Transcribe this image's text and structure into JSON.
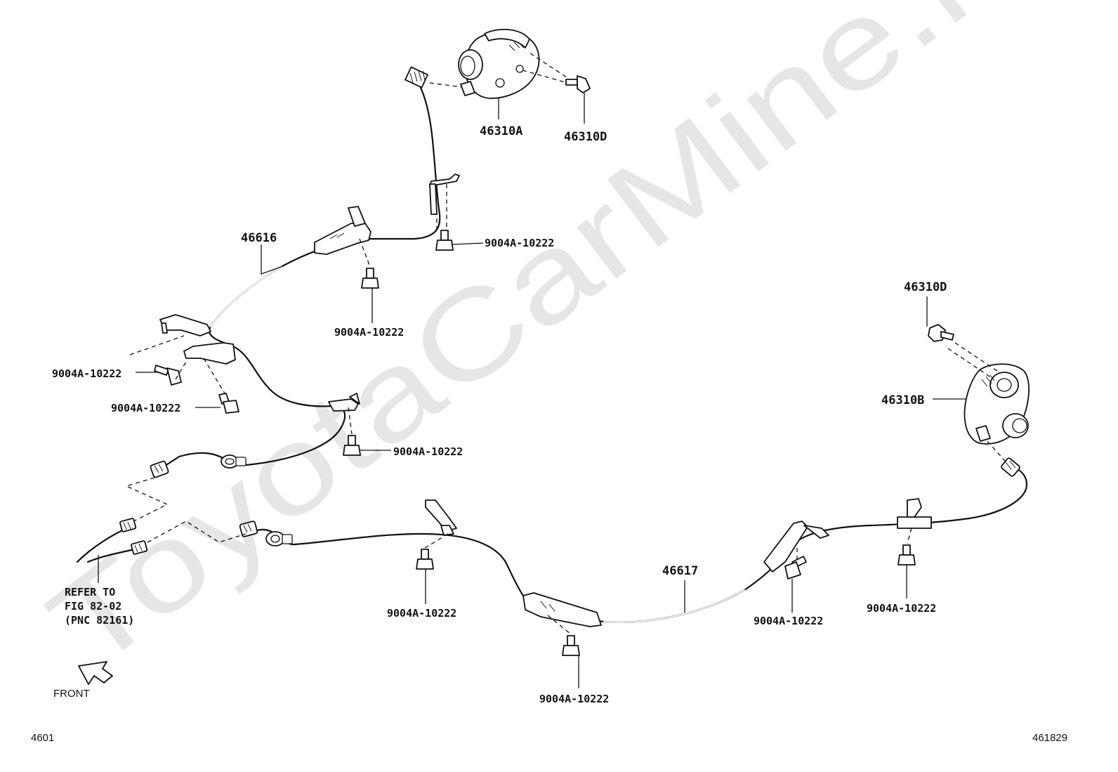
{
  "watermark": "ToyotaCarMine.ru",
  "parts": {
    "actuator_upper": "46310A",
    "actuator_upper_bolt": "46310D",
    "actuator_right": "46310B",
    "actuator_right_bolt": "46310D",
    "cable_front": "46616",
    "cable_rear": "46617"
  },
  "bolts": {
    "bracket_upper_right": "9004A-10222",
    "bracket_upper_mid": "9004A-10222",
    "bracket_left_1": "9004A-10222",
    "bracket_left_2": "9004A-10222",
    "bracket_left_3": "9004A-10222",
    "rear_clip_1": "9004A-10222",
    "rear_clip_2": "9004A-10222",
    "rear_clip_3": "9004A-10222",
    "rear_clip_4": "9004A-10222"
  },
  "refer_note": {
    "line1": "REFER TO",
    "line2": "FIG 82-02",
    "line3": "(PNC 82161)"
  },
  "front_label": "FRONT",
  "corner": {
    "left": "4601",
    "right": "461829"
  }
}
